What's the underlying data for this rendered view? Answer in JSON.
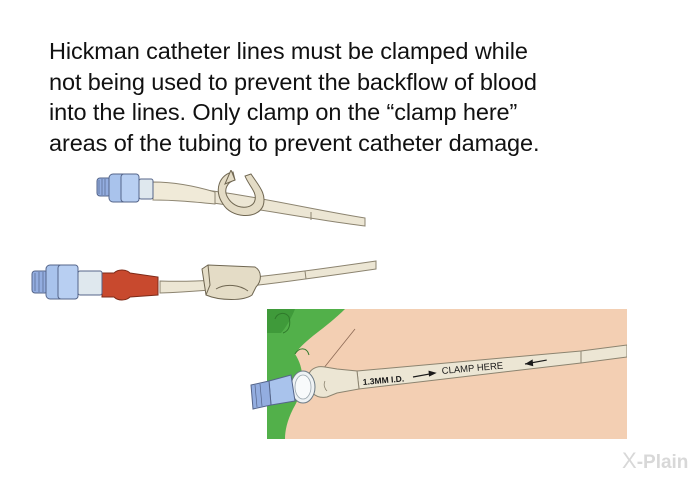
{
  "caption": {
    "lines": [
      "Hickman catheter lines must be clamped while",
      "not being used to prevent the backflow of blood",
      "into the lines. Only clamp on the “clamp here”",
      "areas of the tubing to prevent catheter damage."
    ]
  },
  "illustrations": {
    "open_clamp": {
      "description": "catheter line with open clamp"
    },
    "closed_clamp": {
      "description": "catheter line with closed clamp"
    },
    "chest_catheter": {
      "tube_label_left": "1.3MM I.D.",
      "tube_label_center": "CLAMP HERE"
    }
  },
  "logo": {
    "text": "X-Plain",
    "x_glyph": "X",
    "rest": "-Plain"
  },
  "colors": {
    "tube": "#ece6d4",
    "tube_outline": "#8c8470",
    "connector_blue": "#a9c3ec",
    "connector_red": "#c8492e",
    "skin": "#f3cfb3",
    "gown_green": "#52b04a",
    "logo": "#d6d6d6"
  }
}
